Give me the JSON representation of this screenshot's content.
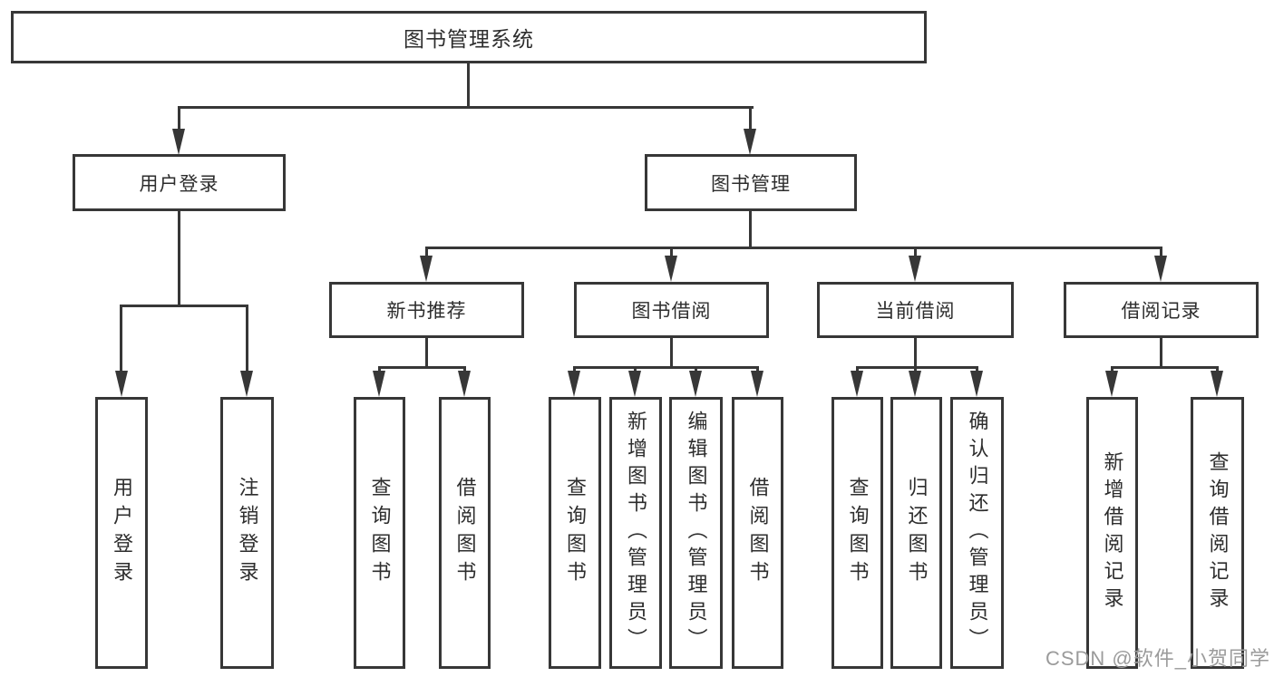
{
  "diagram": {
    "root": {
      "label": "图书管理系统"
    },
    "level2": [
      {
        "label": "用户登录"
      },
      {
        "label": "图书管理"
      }
    ],
    "level3": [
      {
        "label": "新书推荐"
      },
      {
        "label": "图书借阅"
      },
      {
        "label": "当前借阅"
      },
      {
        "label": "借阅记录"
      }
    ],
    "leaves": {
      "user_login": [
        "用户登录",
        "注销登录"
      ],
      "new_book": [
        "查询图书",
        "借阅图书"
      ],
      "book_borrow": [
        "查询图书",
        "新增图书（管理员）",
        "编辑图书（管理员）",
        "借阅图书"
      ],
      "current_borrow": [
        "查询图书",
        "归还图书",
        "确认归还（管理员）"
      ],
      "borrow_record": [
        "新增借阅记录",
        "查询借阅记录"
      ]
    }
  },
  "watermark": {
    "text": "CSDN @软件_小贺同学"
  },
  "colors": {
    "line": "#373737",
    "text": "#2d2d2d",
    "watermark": "#9b9b9b",
    "background": "#ffffff"
  }
}
